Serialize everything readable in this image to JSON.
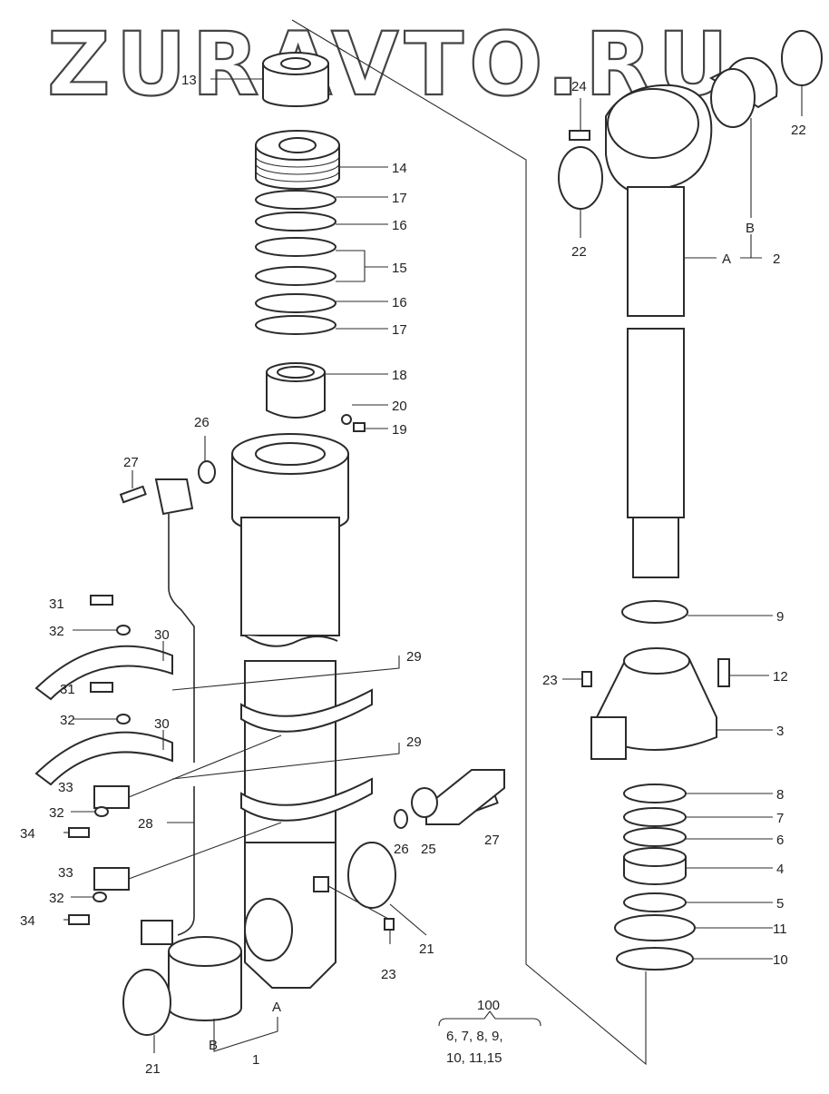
{
  "watermark": "ZURAVTO.RU",
  "callouts": {
    "n13": "13",
    "n14": "14",
    "n17a": "17",
    "n16a": "16",
    "n15": "15",
    "n16b": "16",
    "n17b": "17",
    "n18": "18",
    "n20": "20",
    "n19": "19",
    "n26a": "26",
    "n27a": "27",
    "n31a": "31",
    "n32a": "32",
    "n30a": "30",
    "n29a": "29",
    "n31b": "31",
    "n32b": "32",
    "n30b": "30",
    "n29b": "29",
    "n33a": "33",
    "n32c": "32",
    "n34a": "34",
    "n28": "28",
    "n26b": "26",
    "n25": "25",
    "n27b": "27",
    "n33b": "33",
    "n32d": "32",
    "n34b": "34",
    "n21a": "21",
    "n23a": "23",
    "n21b": "21",
    "n24": "24",
    "n22a": "22",
    "n22b": "22",
    "n2": "2",
    "n9": "9",
    "n23b": "23",
    "n12": "12",
    "n3": "3",
    "n8": "8",
    "n7": "7",
    "n6": "6",
    "n4": "4",
    "n5": "5",
    "n11": "11",
    "n10": "10",
    "n1": "1"
  },
  "letters": {
    "a_tube": "A",
    "b_tube": "B",
    "a_rod": "A",
    "b_rod": "B"
  },
  "kit": {
    "number": "100",
    "line1": "6, 7, 8, 9,",
    "line2": "10, 11,15"
  }
}
